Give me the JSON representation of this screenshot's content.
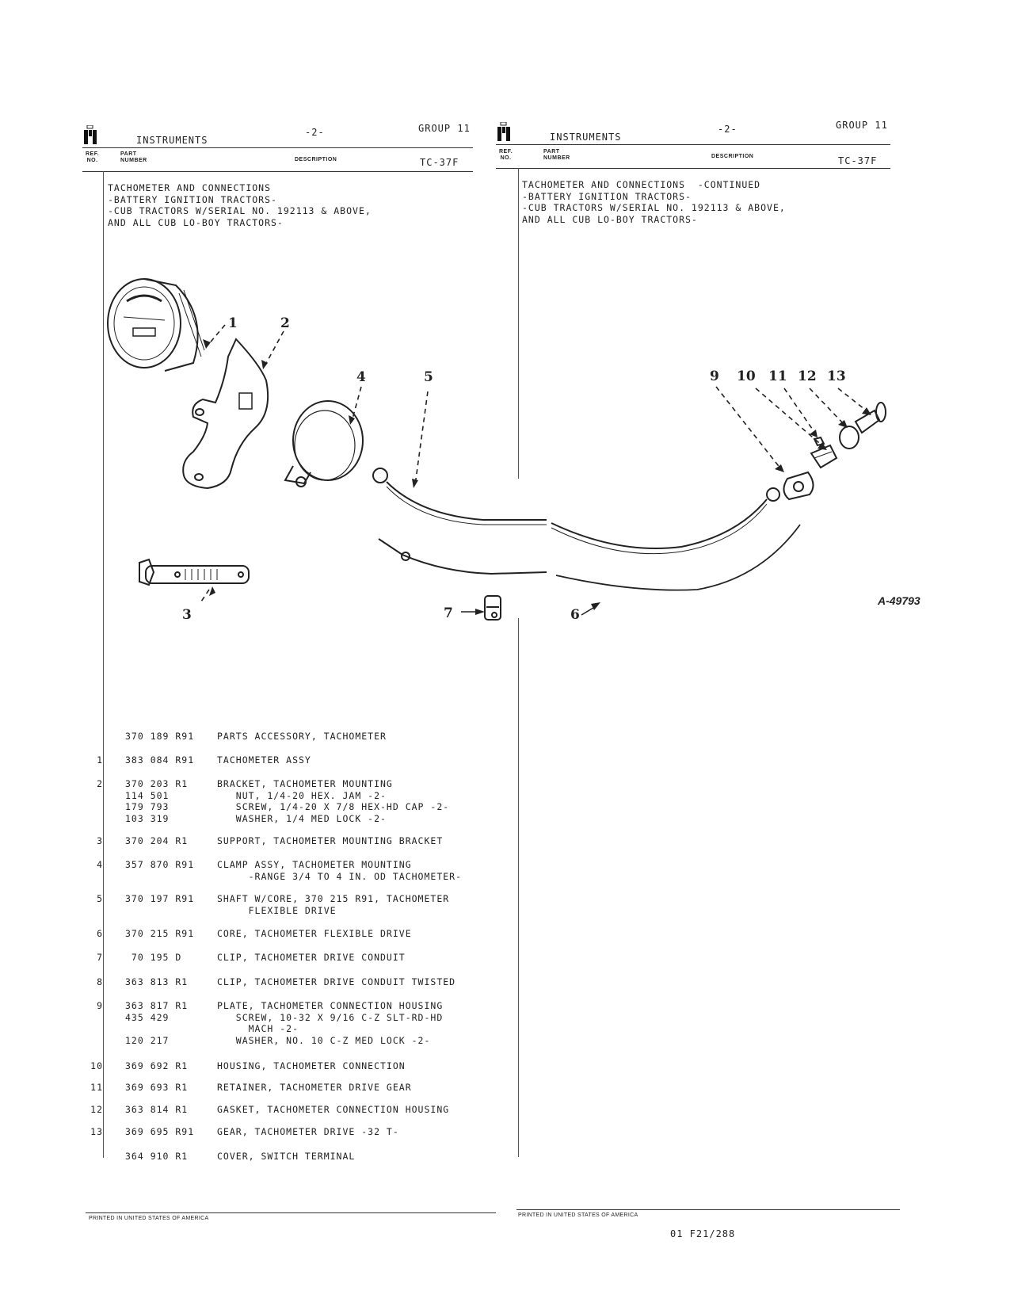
{
  "left_header": {
    "section": "INSTRUMENTS",
    "page": "-2-",
    "group": "GROUP 11",
    "col_ref": "REF.\nNO.",
    "col_part": "PART\nNUMBER",
    "col_desc": "DESCRIPTION",
    "code": "TC-37F"
  },
  "right_header": {
    "section": "INSTRUMENTS",
    "page": "-2-",
    "group": "GROUP 11",
    "col_ref": "REF.\nNO.",
    "col_part": "PART\nNUMBER",
    "col_desc": "DESCRIPTION",
    "code": "TC-37F"
  },
  "left_title": "TACHOMETER AND CONNECTIONS\n-BATTERY IGNITION TRACTORS-\n-CUB TRACTORS W/SERIAL NO. 192113 & ABOVE,\nAND ALL CUB LO-BOY TRACTORS-",
  "right_title": "TACHOMETER AND CONNECTIONS  -CONTINUED\n-BATTERY IGNITION TRACTORS-\n-CUB TRACTORS W/SERIAL NO. 192113 & ABOVE,\nAND ALL CUB LO-BOY TRACTORS-",
  "illustration": {
    "drawing_number": "A-49793",
    "callouts": [
      "1",
      "2",
      "3",
      "4",
      "5",
      "6",
      "7",
      "9",
      "10",
      "11",
      "12",
      "13"
    ]
  },
  "parts": [
    {
      "ref": "",
      "part": "370 189 R91",
      "desc": "PARTS ACCESSORY, TACHOMETER"
    },
    {
      "ref": "1",
      "part": "383 084 R91",
      "desc": "TACHOMETER ASSY"
    },
    {
      "ref": "2",
      "part": "370 203 R1\n114 501\n179 793\n103 319",
      "desc": "BRACKET, TACHOMETER MOUNTING\n   NUT, 1/4-20 HEX. JAM -2-\n   SCREW, 1/4-20 X 7/8 HEX-HD CAP -2-\n   WASHER, 1/4 MED LOCK -2-"
    },
    {
      "ref": "3",
      "part": "370 204 R1",
      "desc": "SUPPORT, TACHOMETER MOUNTING BRACKET"
    },
    {
      "ref": "4",
      "part": "357 870 R91",
      "desc": "CLAMP ASSY, TACHOMETER MOUNTING\n     -RANGE 3/4 TO 4 IN. OD TACHOMETER-"
    },
    {
      "ref": "5",
      "part": "370 197 R91",
      "desc": "SHAFT W/CORE, 370 215 R91, TACHOMETER\n     FLEXIBLE DRIVE"
    },
    {
      "ref": "6",
      "part": "370 215 R91",
      "desc": "CORE, TACHOMETER FLEXIBLE DRIVE"
    },
    {
      "ref": "7",
      "part": " 70 195 D",
      "desc": "CLIP, TACHOMETER DRIVE CONDUIT"
    },
    {
      "ref": "8",
      "part": "363 813 R1",
      "desc": "CLIP, TACHOMETER DRIVE CONDUIT TWISTED"
    },
    {
      "ref": "9",
      "part": "363 817 R1\n435 429\n\n120 217",
      "desc": "PLATE, TACHOMETER CONNECTION HOUSING\n   SCREW, 10-32 X 9/16 C-Z SLT-RD-HD\n     MACH -2-\n   WASHER, NO. 10 C-Z MED LOCK -2-"
    },
    {
      "ref": "10",
      "part": "369 692 R1",
      "desc": "HOUSING, TACHOMETER CONNECTION"
    },
    {
      "ref": "11",
      "part": "369 693 R1",
      "desc": "RETAINER, TACHOMETER DRIVE GEAR"
    },
    {
      "ref": "12",
      "part": "363 814 R1",
      "desc": "GASKET, TACHOMETER CONNECTION HOUSING"
    },
    {
      "ref": "13",
      "part": "369 695 R91",
      "desc": "GEAR, TACHOMETER DRIVE -32 T-"
    },
    {
      "ref": "",
      "part": "364 910 R1",
      "desc": "COVER, SWITCH TERMINAL"
    }
  ],
  "footer": {
    "left_note": "PRINTED IN UNITED STATES OF AMERICA",
    "right_note": "PRINTED IN UNITED STATES OF AMERICA",
    "page_code": "01 F21/288"
  }
}
